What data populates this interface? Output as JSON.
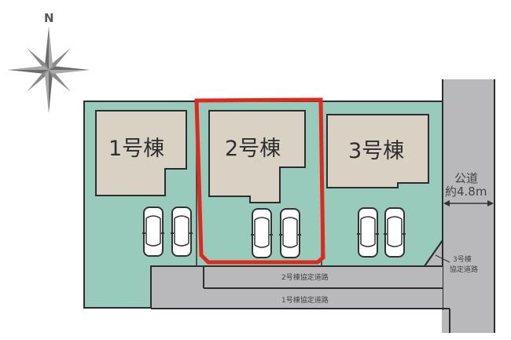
{
  "compass": {
    "label": "N"
  },
  "lots": [
    {
      "id": 1,
      "label": "1号棟",
      "highlighted": false
    },
    {
      "id": 2,
      "label": "2号棟",
      "highlighted": true
    },
    {
      "id": 3,
      "label": "3号棟",
      "highlighted": false
    }
  ],
  "public_road": {
    "label_line1": "公道",
    "label_line2": "約4.8m"
  },
  "private_roads": [
    {
      "label": "2号棟協定道路"
    },
    {
      "label": "1号棟協定道路"
    },
    {
      "label_line1": "3号棟",
      "label_line2": "協定道路"
    }
  ],
  "parking": {
    "cars_per_lot": 2,
    "total_cars": 6
  },
  "colors": {
    "lot_green": "#98cbbb",
    "building": "#d9d1c4",
    "road_gray": "#b9b8bb",
    "outline": "#2d2d2d",
    "highlight_red": "#e0281c"
  }
}
